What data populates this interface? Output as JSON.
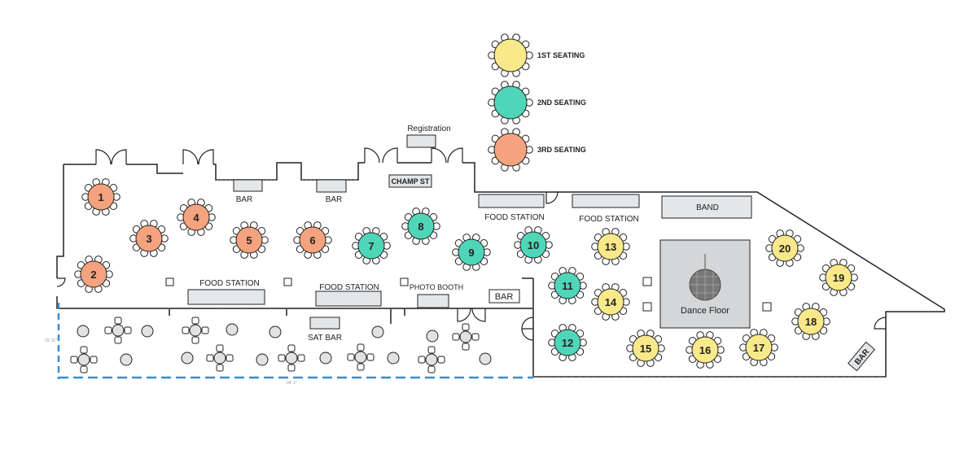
{
  "legend": [
    {
      "label": "1ST SEATING",
      "color": "#F9E98A"
    },
    {
      "label": "2ND SEATING",
      "color": "#4FD6B8"
    },
    {
      "label": "3RD SEATING",
      "color": "#F5A37E"
    }
  ],
  "colors": {
    "first": "#F9E98A",
    "second": "#4FD6B8",
    "third": "#F5A37E",
    "dimension_line": "#3C8DD0"
  },
  "labels": {
    "registration": "Registration",
    "champ": "CHAMP ST",
    "bar_top_1": "BAR",
    "bar_top_2": "BAR",
    "food_station_top_1": "FOOD STATION",
    "food_station_top_2": "FOOD STATION",
    "band": "BAND",
    "food_station_mid_1": "FOOD STATION",
    "food_station_mid_2": "FOOD STATION",
    "photo_booth": "PHOTO BOOTH",
    "bar_mid": "BAR",
    "sat_bar": "SAT BAR",
    "dance_floor": "Dance Floor",
    "bar_right": "BAR",
    "dim_vertical": "15' 11\"",
    "dim_horizontal": "94' 1\""
  },
  "tables": [
    {
      "num": "1",
      "seating": "third"
    },
    {
      "num": "2",
      "seating": "third"
    },
    {
      "num": "3",
      "seating": "third"
    },
    {
      "num": "4",
      "seating": "third"
    },
    {
      "num": "5",
      "seating": "third"
    },
    {
      "num": "6",
      "seating": "third"
    },
    {
      "num": "7",
      "seating": "second"
    },
    {
      "num": "8",
      "seating": "second"
    },
    {
      "num": "9",
      "seating": "second"
    },
    {
      "num": "10",
      "seating": "second"
    },
    {
      "num": "11",
      "seating": "second"
    },
    {
      "num": "12",
      "seating": "second"
    },
    {
      "num": "13",
      "seating": "first"
    },
    {
      "num": "14",
      "seating": "first"
    },
    {
      "num": "15",
      "seating": "first"
    },
    {
      "num": "16",
      "seating": "first"
    },
    {
      "num": "17",
      "seating": "first"
    },
    {
      "num": "18",
      "seating": "first"
    },
    {
      "num": "19",
      "seating": "first"
    },
    {
      "num": "20",
      "seating": "first"
    }
  ]
}
